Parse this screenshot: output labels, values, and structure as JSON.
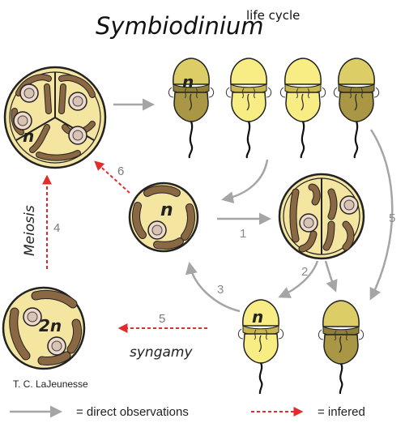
{
  "title": {
    "main": "Symbiodinium",
    "superscript": "life cycle"
  },
  "cells": {
    "tetrad_label": "n",
    "mastigote_label": "n",
    "coccoid_label": "n",
    "zygote_label": "2n",
    "gamete_label": "n"
  },
  "steps": {
    "s1": "1",
    "s2": "2",
    "s3": "3",
    "s4": "4",
    "s5_right": "5",
    "s5_bottom": "5",
    "s6": "6"
  },
  "labels": {
    "meiosis": "Meiosis",
    "syngamy": "syngamy"
  },
  "credit": "T. C. LaJeunesse",
  "legend": {
    "direct": "= direct observations",
    "inferred": "= infered"
  },
  "colors": {
    "cell_fill": "#f4e5a1",
    "chloroplast": "#8b6844",
    "nucleus": "#eed9cd",
    "mastigote_light": "#f8ec84",
    "mastigote_dark": "#a99746",
    "gray_arrow": "#a5a5a5",
    "red_arrow": "#e32b2b"
  }
}
